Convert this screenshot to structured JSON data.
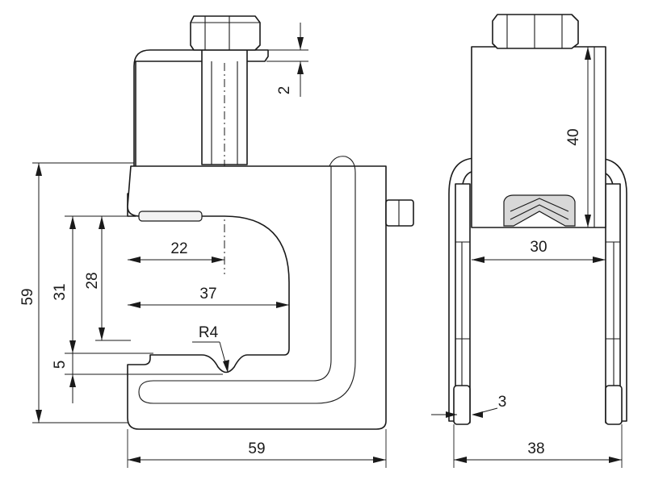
{
  "dimensions": {
    "bracket_thickness": "2",
    "bolt_height": "40",
    "total_height": "59",
    "opening_height": "31",
    "jaw_height": "28",
    "jaw_depth": "22",
    "opening_width": "37",
    "groove_depth": "5",
    "groove_radius": "R4",
    "total_width": "59",
    "inner_width": "30",
    "wall_thickness": "3",
    "side_width": "38"
  }
}
